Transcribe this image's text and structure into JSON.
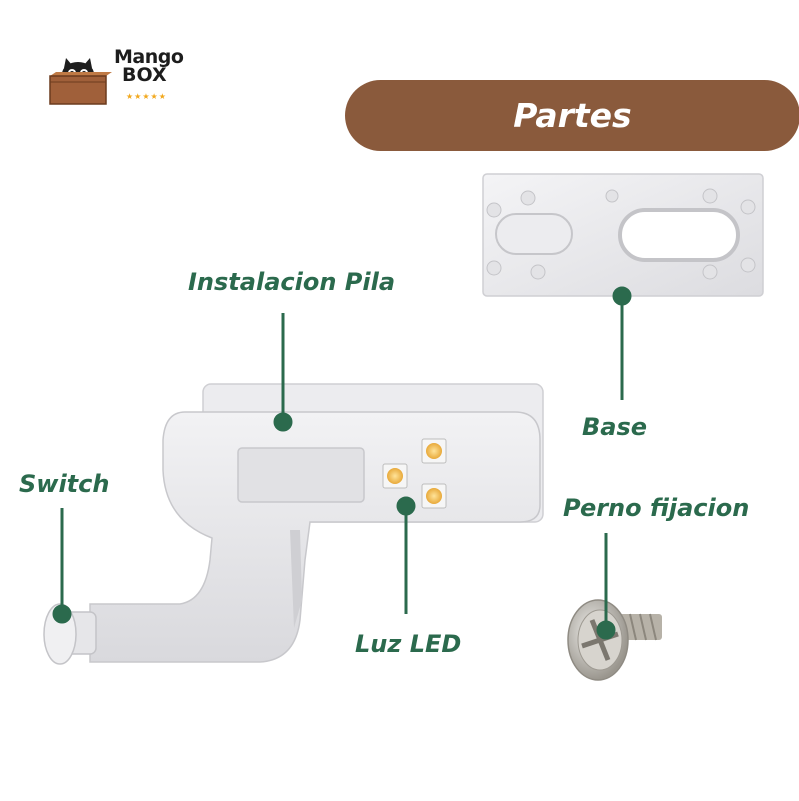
{
  "brand": {
    "name_line1": "Mango",
    "name_line2": "BOX",
    "rating_stars": "★★★★★"
  },
  "banner": {
    "title": "Partes",
    "color": "#8a5a3c"
  },
  "callouts": {
    "battery": "Instalacion Pila",
    "base": "Base",
    "switch": "Switch",
    "bolt": "Perno fijacion",
    "led": "Luz LED"
  },
  "colors": {
    "callout": "#2b6a4d",
    "stars": "#f2a81d"
  }
}
